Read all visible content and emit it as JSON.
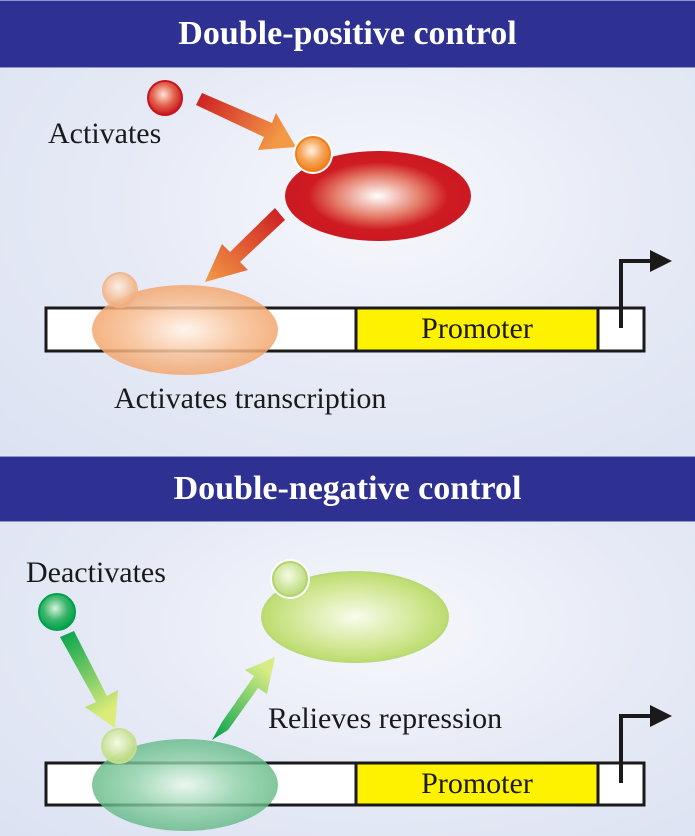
{
  "top_panel": {
    "title": "Double-positive control",
    "activator_label": "Activates",
    "result_label": "Activates transcription",
    "promoter_label": "Promoter"
  },
  "bottom_panel": {
    "title": "Double-negative control",
    "deactivator_label": "Deactivates",
    "result_label": "Relieves repression",
    "promoter_label": "Promoter"
  },
  "colors": {
    "banner": "#2e3192",
    "promoter": "#fff200",
    "activator_red": "#cc1a22",
    "activator_orange": "#f08a2a",
    "activator_peach": "#f5b07e",
    "repressor_green": "#6dbf8e",
    "inhibitor_green": "#00a651",
    "released_lime": "#c4e07a"
  }
}
